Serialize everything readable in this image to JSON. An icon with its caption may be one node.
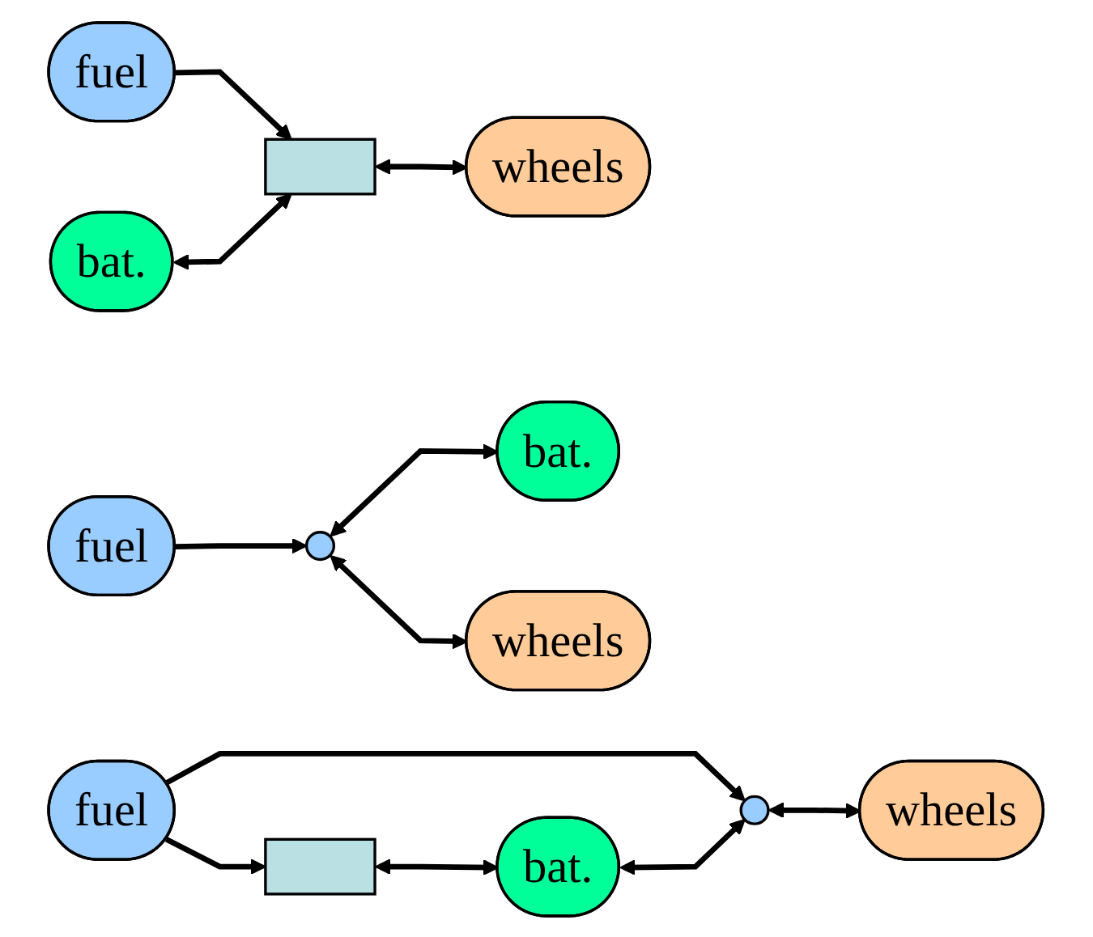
{
  "diagram": {
    "nodes": [
      {
        "text": [
          "fuel"
        ]
      },
      {
        "text": [
          "bat."
        ]
      },
      {
        "text": [],
        "shape": "bar"
      },
      {
        "text": [
          "wheels"
        ]
      },
      {
        "text": [
          "fuel"
        ]
      },
      {
        "text": [
          "bat."
        ]
      },
      {
        "text": [],
        "shape": "circle"
      },
      {
        "text": [
          "wheels"
        ]
      },
      {
        "text": [],
        "shape": "bar"
      },
      {
        "text": [
          "fuel"
        ]
      },
      {
        "text": [
          "bat."
        ]
      },
      {
        "text": [],
        "shape": "circle"
      },
      {
        "text": [
          "wheels"
        ]
      }
    ],
    "edges": [
      {
        "from": 0,
        "to": 2,
        "arrow": "to"
      },
      {
        "from": 1,
        "to": 2,
        "arrow": "both"
      },
      {
        "from": 2,
        "to": 3,
        "arrow": "both"
      },
      {
        "from": 4,
        "to": 6,
        "arrow": "to"
      },
      {
        "from": 6,
        "to": 5,
        "arrow": "both"
      },
      {
        "from": 6,
        "to": 7,
        "arrow": "both"
      },
      {
        "from": 9,
        "to": 8,
        "arrow": "to"
      },
      {
        "from": 8,
        "to": 10,
        "arrow": "both"
      },
      {
        "from": 9,
        "to": 11,
        "arrow": "to"
      },
      {
        "from": 10,
        "to": 11,
        "arrow": "both"
      },
      {
        "from": 11,
        "to": 12,
        "arrow": "both"
      }
    ]
  }
}
